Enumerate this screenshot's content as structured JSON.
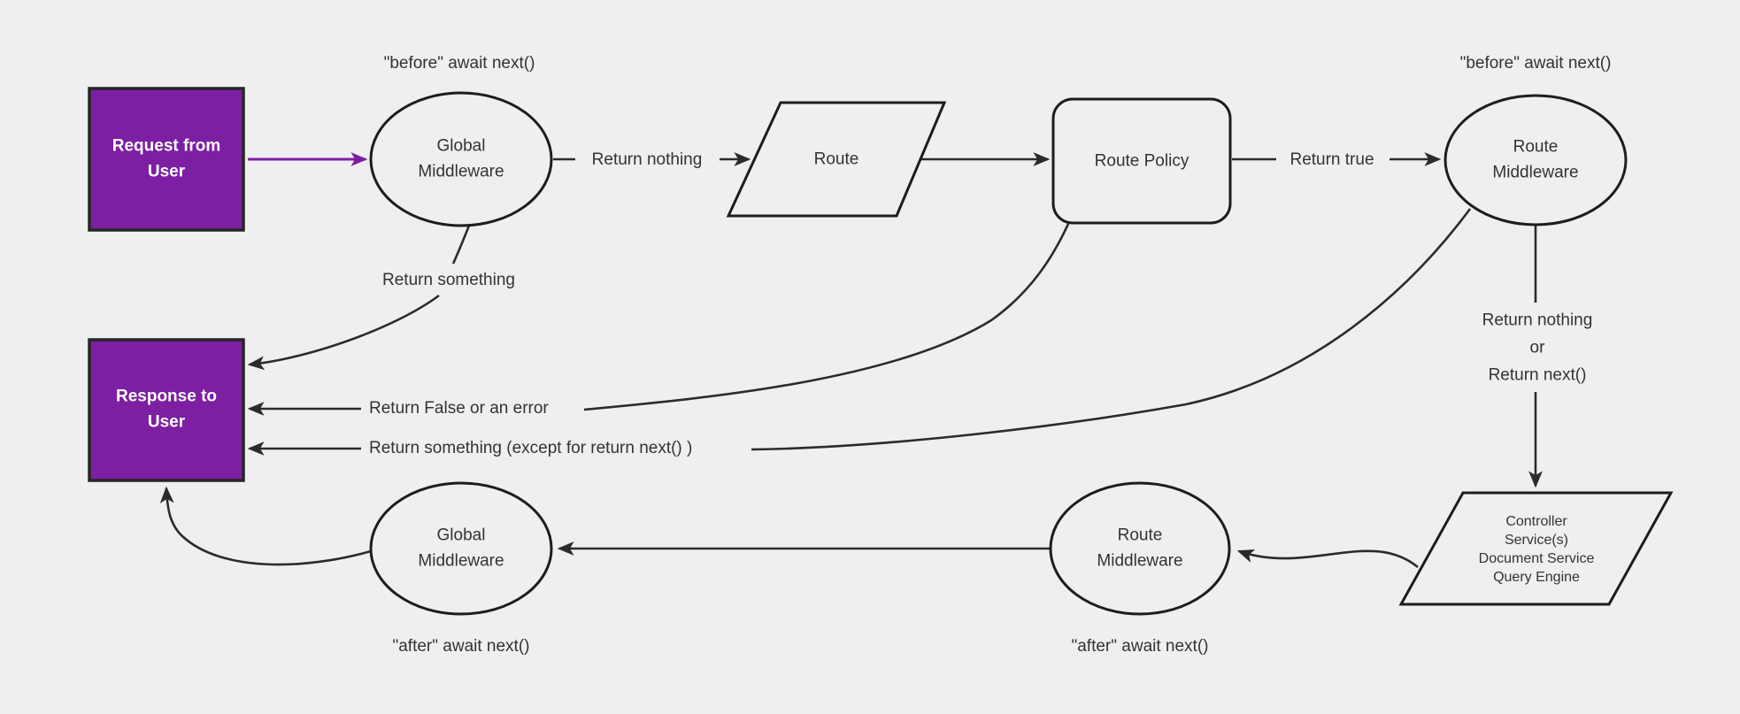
{
  "diagram": {
    "title": "middleware-request-response-flow",
    "colors": {
      "background": "#efefef",
      "node_fill_purple": "#7c1fa2",
      "edge_dark": "#2b2b2b",
      "shape_stroke": "#1d1d1d",
      "text": "#333333",
      "text_on_purple": "#ffffff"
    },
    "nodes": {
      "request": {
        "label": "Request from User"
      },
      "response": {
        "label": "Response to User"
      },
      "global_middleware_top": {
        "label": "Global Middleware"
      },
      "route": {
        "label": "Route"
      },
      "route_policy": {
        "label": "Route Policy"
      },
      "route_middleware_top": {
        "label": "Route Middleware"
      },
      "controller": {
        "label": "Controller\nService(s)\nDocument Service\nQuery Engine"
      },
      "route_middleware_bottom": {
        "label": "Route Middleware"
      },
      "global_middleware_bottom": {
        "label": "Global Middleware"
      }
    },
    "edge_labels": {
      "before_top_left": "\"before\" await next()",
      "before_top_right": "\"before\" await next()",
      "return_nothing": "Return nothing",
      "return_true": "Return true",
      "return_something": "Return something",
      "return_false": "Return False or an error",
      "return_something_except": "Return something (except for return next() )",
      "return_nothing_or_next": "Return nothing\nor\nReturn next()",
      "after_bottom_left": "\"after\" await next()",
      "after_bottom_right": "\"after\" await next()"
    }
  }
}
